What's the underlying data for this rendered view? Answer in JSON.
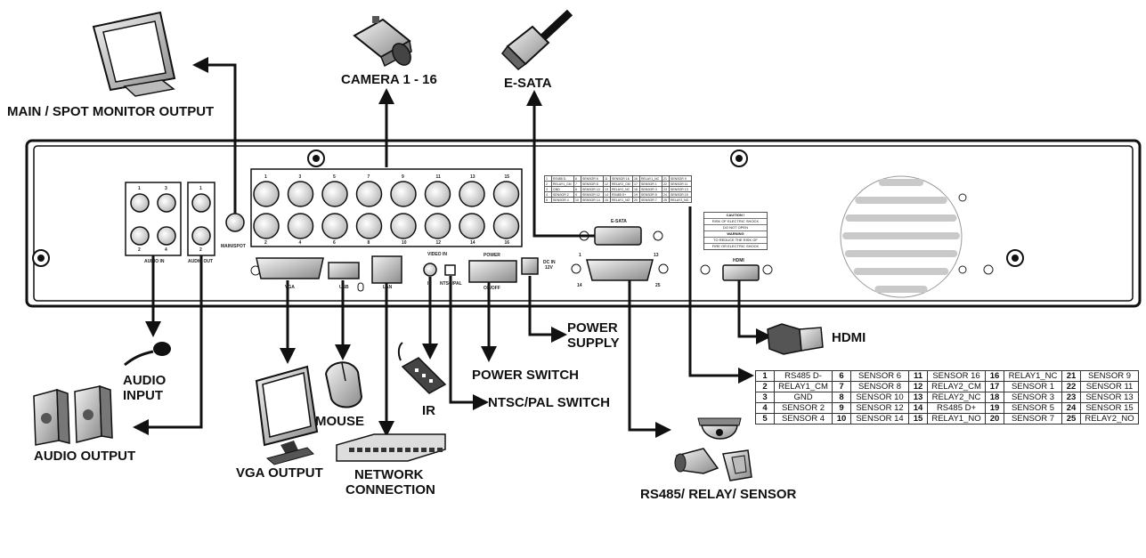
{
  "labels": {
    "main_spot_monitor": "MAIN / SPOT MONITOR OUTPUT",
    "camera": "CAMERA 1 - 16",
    "esata": "E-SATA",
    "audio_input_1": "AUDIO",
    "audio_input_2": "INPUT",
    "audio_output": "AUDIO OUTPUT",
    "vga_output": "VGA OUTPUT",
    "mouse": "MOUSE",
    "network_1": "NETWORK",
    "network_2": "CONNECTION",
    "ir": "IR",
    "ntsc_pal_switch": "NTSC/PAL SWITCH",
    "power_switch": "POWER SWITCH",
    "power_supply_1": "POWER",
    "power_supply_2": "SUPPLY",
    "hdmi": "HDMI",
    "rs485": "RS485/ RELAY/ SENSOR"
  },
  "panel_labels": {
    "audio_in": "AUDIO IN",
    "audio_out": "AUDIO OUT",
    "main_spot": "MAIN/SPOT",
    "vga": "VGA",
    "usb": "USB",
    "lan": "LAN",
    "ir": "IR",
    "video_in": "VIDEO IN",
    "ntsc_pal": "NTSC/PAL",
    "power": "POWER",
    "on_off": "ON/OFF",
    "dc_in_1": "DC IN",
    "dc_in_2": "12V",
    "esata": "E-SATA",
    "hdmi": "HDMI",
    "pin_1": "1",
    "pin_13": "13",
    "pin_14": "14",
    "pin_25": "25",
    "audio_in_nums": [
      "1",
      "3",
      "2",
      "4"
    ],
    "audio_out_nums": [
      "1",
      "2"
    ],
    "video_top_nums": [
      "1",
      "3",
      "5",
      "7",
      "9",
      "11",
      "13",
      "15"
    ],
    "video_bottom_nums": [
      "2",
      "4",
      "6",
      "8",
      "10",
      "12",
      "14",
      "16"
    ]
  },
  "caution": {
    "line1": "CAUTION !",
    "line2": "RISK OF ELECTRIC SHOCK",
    "line3": "DO NOT OPEN",
    "line4": "WARNING",
    "line5": "TO REDUCE THE RISK OF",
    "line6": "FIRE OR ELECTRIC SHOCK"
  },
  "pin_table": {
    "rows": [
      [
        [
          "1",
          "RS485 D-"
        ],
        [
          "6",
          "SENSOR 6"
        ],
        [
          "11",
          "SENSOR 16"
        ],
        [
          "16",
          "RELAY1_NC"
        ],
        [
          "21",
          "SENSOR 9"
        ]
      ],
      [
        [
          "2",
          "RELAY1_CM"
        ],
        [
          "7",
          "SENSOR 8"
        ],
        [
          "12",
          "RELAY2_CM"
        ],
        [
          "17",
          "SENSOR 1"
        ],
        [
          "22",
          "SENSOR 11"
        ]
      ],
      [
        [
          "3",
          "GND"
        ],
        [
          "8",
          "SENSOR 10"
        ],
        [
          "13",
          "RELAY2_NC"
        ],
        [
          "18",
          "SENSOR 3"
        ],
        [
          "23",
          "SENSOR 13"
        ]
      ],
      [
        [
          "4",
          "SENSOR 2"
        ],
        [
          "9",
          "SENSOR 12"
        ],
        [
          "14",
          "RS485 D+"
        ],
        [
          "19",
          "SENSOR 5"
        ],
        [
          "24",
          "SENSOR 15"
        ]
      ],
      [
        [
          "5",
          "SENSOR 4"
        ],
        [
          "10",
          "SENSOR 14"
        ],
        [
          "15",
          "RELAY1_NO"
        ],
        [
          "20",
          "SENSOR 7"
        ],
        [
          "25",
          "RELAY2_NO"
        ]
      ]
    ]
  }
}
